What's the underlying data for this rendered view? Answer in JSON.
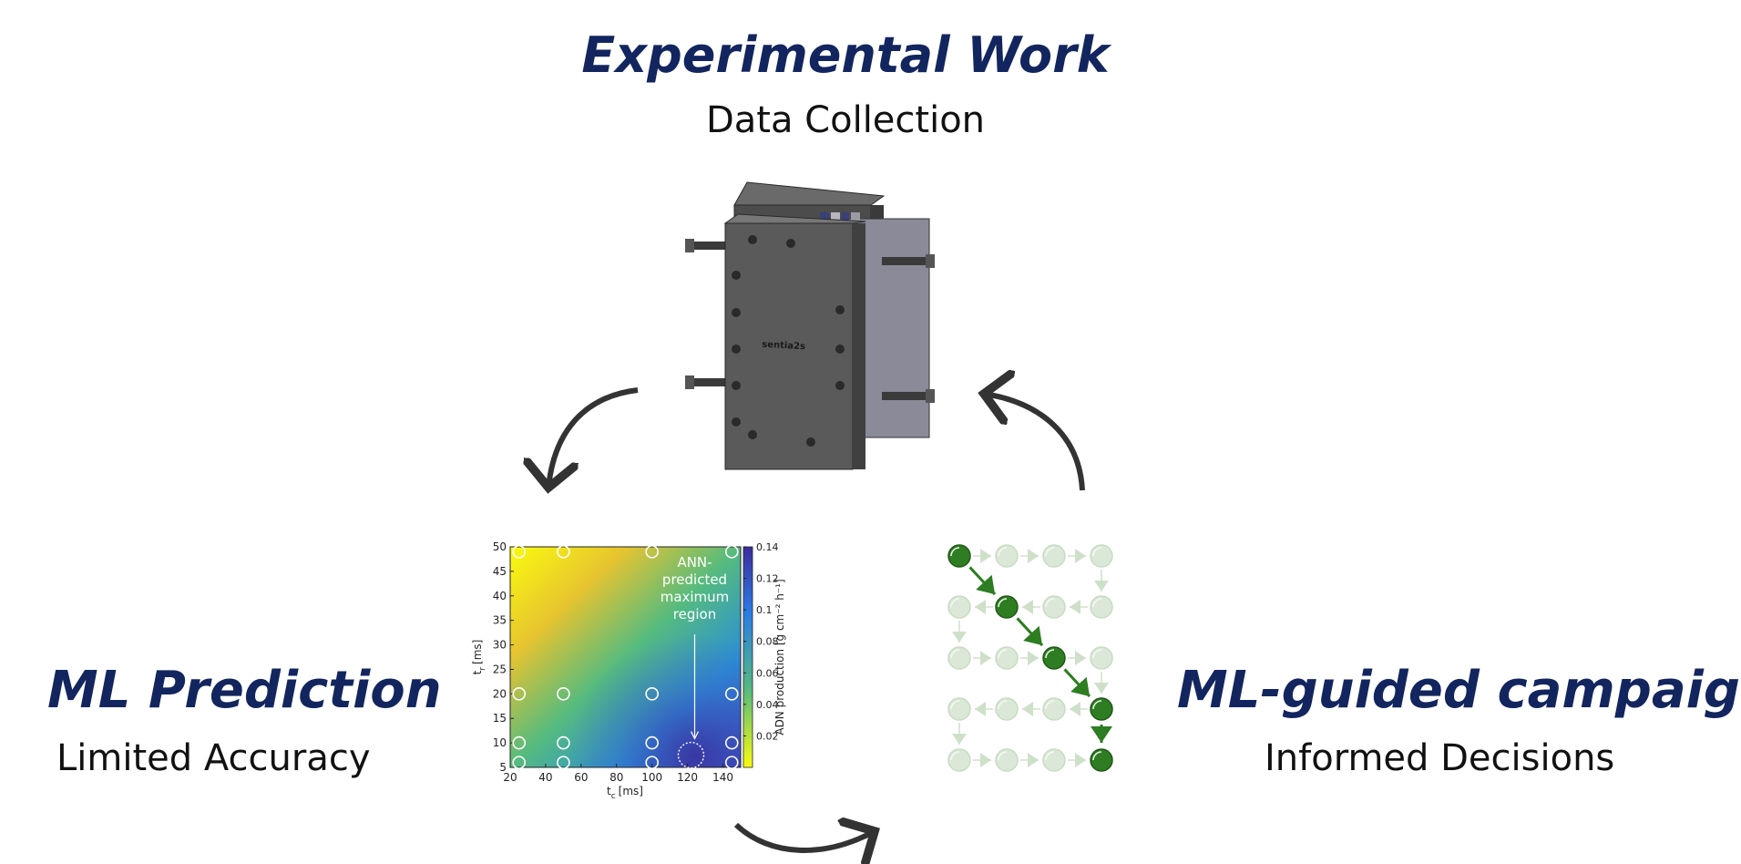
{
  "top": {
    "title": "Experimental Work",
    "subtitle": "Data Collection"
  },
  "left": {
    "title": "ML Prediction",
    "subtitle": "Limited Accuracy"
  },
  "right": {
    "title": "ML-guided campaign",
    "subtitle": "Informed Decisions"
  },
  "device": {
    "label": "sentia2s"
  },
  "colors": {
    "heading": "#13255e",
    "arrow": "#333333",
    "node_active": "#2e7d22",
    "node_inactive": "#dbe8d7"
  },
  "chart_data": {
    "type": "heatmap",
    "xlabel": "t",
    "xlabel_sub": "c",
    "xlabel_unit": "[ms]",
    "ylabel": "t",
    "ylabel_sub": "r",
    "ylabel_unit": "[ms]",
    "xlim": [
      20,
      150
    ],
    "ylim": [
      5,
      50
    ],
    "x_ticks": [
      "20",
      "40",
      "60",
      "80",
      "100",
      "120",
      "140"
    ],
    "y_ticks": [
      "5",
      "10",
      "15",
      "20",
      "25",
      "30",
      "35",
      "40",
      "45",
      "50"
    ],
    "colorbar": {
      "label": "ADN production [g cm⁻² h⁻¹]",
      "range": [
        0,
        0.14
      ],
      "ticks": [
        "0.02",
        "0.04",
        "0.06",
        "0.08",
        "0.1",
        "0.12",
        "0.14"
      ],
      "colormap": [
        "#f9fb0e",
        "#37b99b",
        "#2a7ce6",
        "#3b2c9c"
      ]
    },
    "annotation": [
      "ANN-",
      "predicted",
      "maximum",
      "region"
    ],
    "experiments": [
      {
        "x": 25,
        "y": 49
      },
      {
        "x": 50,
        "y": 49
      },
      {
        "x": 100,
        "y": 49
      },
      {
        "x": 145,
        "y": 49
      },
      {
        "x": 25,
        "y": 20
      },
      {
        "x": 50,
        "y": 20
      },
      {
        "x": 100,
        "y": 20
      },
      {
        "x": 145,
        "y": 20
      },
      {
        "x": 25,
        "y": 10
      },
      {
        "x": 50,
        "y": 10
      },
      {
        "x": 100,
        "y": 10
      },
      {
        "x": 145,
        "y": 10
      },
      {
        "x": 25,
        "y": 6
      },
      {
        "x": 50,
        "y": 6
      },
      {
        "x": 100,
        "y": 6
      },
      {
        "x": 145,
        "y": 6
      }
    ],
    "predicted_max": {
      "x": 122,
      "y": 7.5
    }
  },
  "campaign_grid": {
    "rows": 5,
    "cols": 4,
    "active_path": [
      [
        0,
        0
      ],
      [
        1,
        1
      ],
      [
        2,
        2
      ],
      [
        3,
        3
      ],
      [
        4,
        3
      ]
    ]
  }
}
